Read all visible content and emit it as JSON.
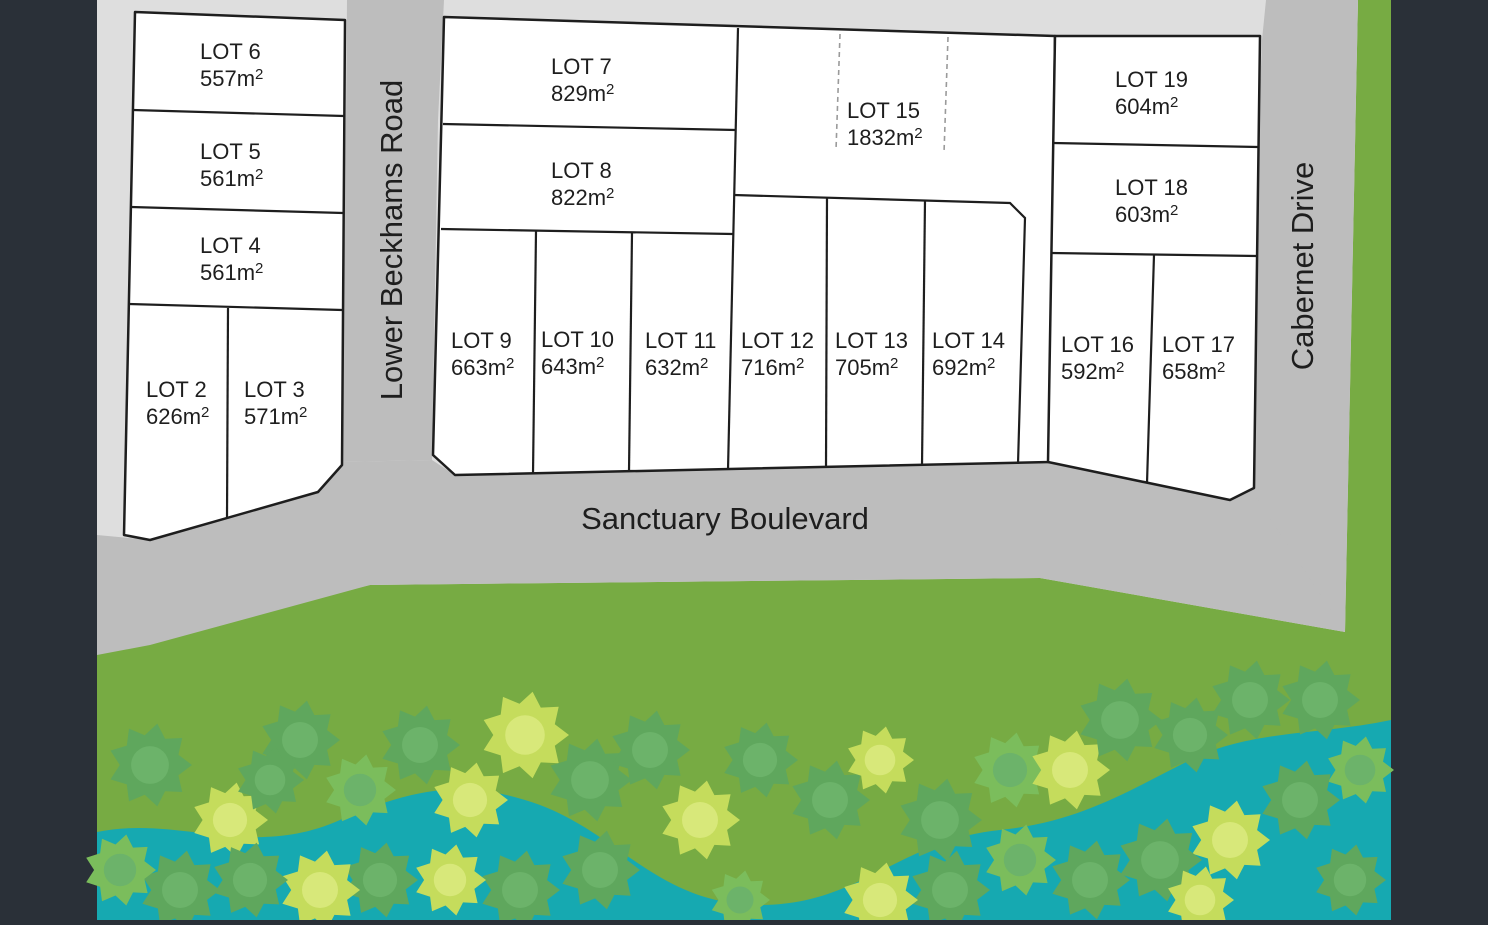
{
  "roads": {
    "west": "Lower Beckhams Road",
    "south": "Sanctuary Boulevard",
    "east": "Cabernet Drive"
  },
  "area_unit": "m",
  "area_unit_power": "2",
  "lots": [
    {
      "id": "lot-2",
      "name": "LOT 2",
      "area": "626"
    },
    {
      "id": "lot-3",
      "name": "LOT 3",
      "area": "571"
    },
    {
      "id": "lot-4",
      "name": "LOT 4",
      "area": "561"
    },
    {
      "id": "lot-5",
      "name": "LOT 5",
      "area": "561"
    },
    {
      "id": "lot-6",
      "name": "LOT 6",
      "area": "557"
    },
    {
      "id": "lot-7",
      "name": "LOT 7",
      "area": "829"
    },
    {
      "id": "lot-8",
      "name": "LOT 8",
      "area": "822"
    },
    {
      "id": "lot-9",
      "name": "LOT 9",
      "area": "663"
    },
    {
      "id": "lot-10",
      "name": "LOT 10",
      "area": "643"
    },
    {
      "id": "lot-11",
      "name": "LOT 11",
      "area": "632"
    },
    {
      "id": "lot-12",
      "name": "LOT 12",
      "area": "716"
    },
    {
      "id": "lot-13",
      "name": "LOT 13",
      "area": "705"
    },
    {
      "id": "lot-14",
      "name": "LOT 14",
      "area": "692"
    },
    {
      "id": "lot-15",
      "name": "LOT 15",
      "area": "1832"
    },
    {
      "id": "lot-16",
      "name": "LOT 16",
      "area": "592"
    },
    {
      "id": "lot-17",
      "name": "LOT 17",
      "area": "658"
    },
    {
      "id": "lot-18",
      "name": "LOT 18",
      "area": "603"
    },
    {
      "id": "lot-19",
      "name": "LOT 19",
      "area": "604"
    }
  ],
  "colors": {
    "background": "#2a3038",
    "land": "#dedede",
    "road": "#bdbdbd",
    "grass": "#77ab43",
    "water": "#16a9b1",
    "tree_dark": "#5fa75d",
    "tree_mid": "#7bbd5c",
    "tree_light": "#c5dc5c",
    "lot_fill": "#ffffff",
    "lot_outline": "#1e1e1e"
  }
}
